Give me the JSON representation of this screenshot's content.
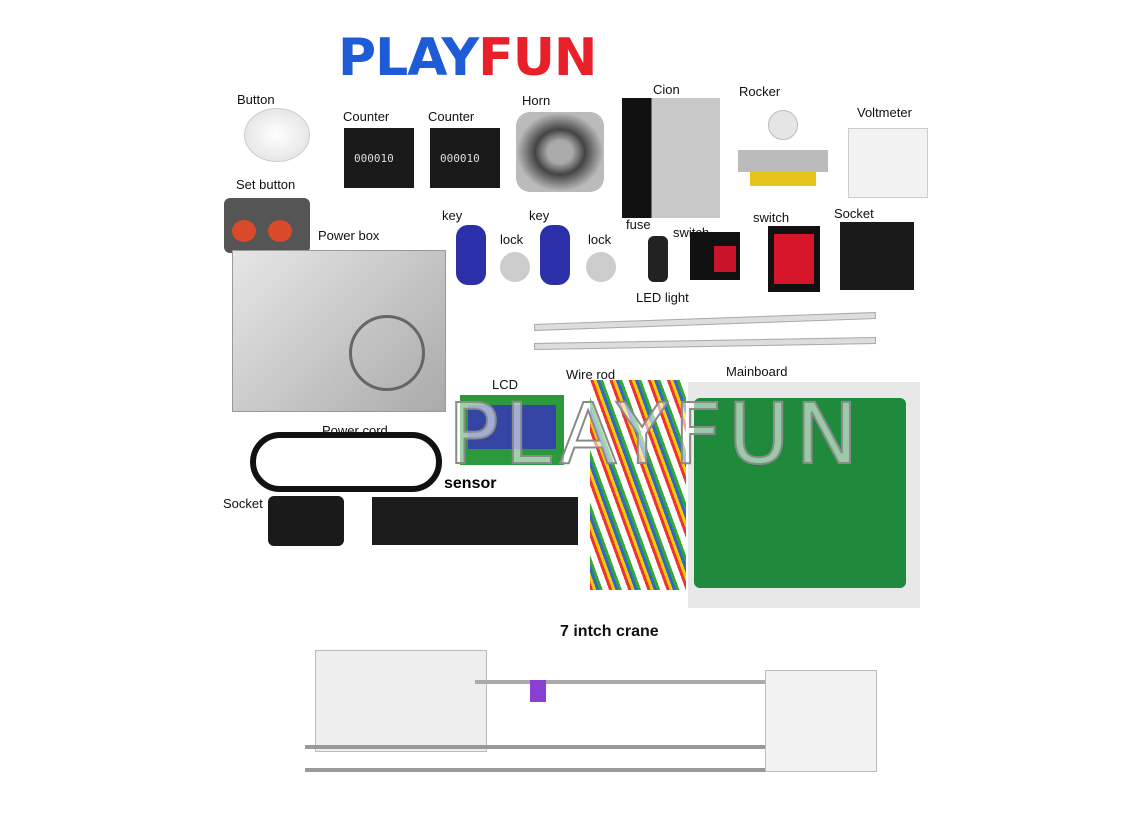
{
  "logo": {
    "part1": "PLAY",
    "part2": "FUN",
    "colors": {
      "blue": "#1e5bd6",
      "red": "#e8202a"
    }
  },
  "labels": {
    "button": "Button",
    "set_button": "Set button",
    "counter1": "Counter",
    "counter2": "Counter",
    "horn": "Horn",
    "coin": "Cion",
    "rocker": "Rocker",
    "voltmeter": "Voltmeter",
    "power_box": "Power box",
    "key1": "key",
    "lock1": "lock",
    "key2": "key",
    "lock2": "lock",
    "fuse": "fuse",
    "switch1": "switch",
    "switch2": "switch",
    "socket1": "Socket",
    "led_light": "LED light",
    "lcd": "LCD",
    "wire_rod": "Wire rod",
    "mainboard": "Mainboard",
    "power_cord": "Power cord",
    "socket2": "Socket",
    "sensor": "sensor",
    "crane": "7 intch crane"
  },
  "counter_value": "000010",
  "watermark": "PLAYFUN"
}
